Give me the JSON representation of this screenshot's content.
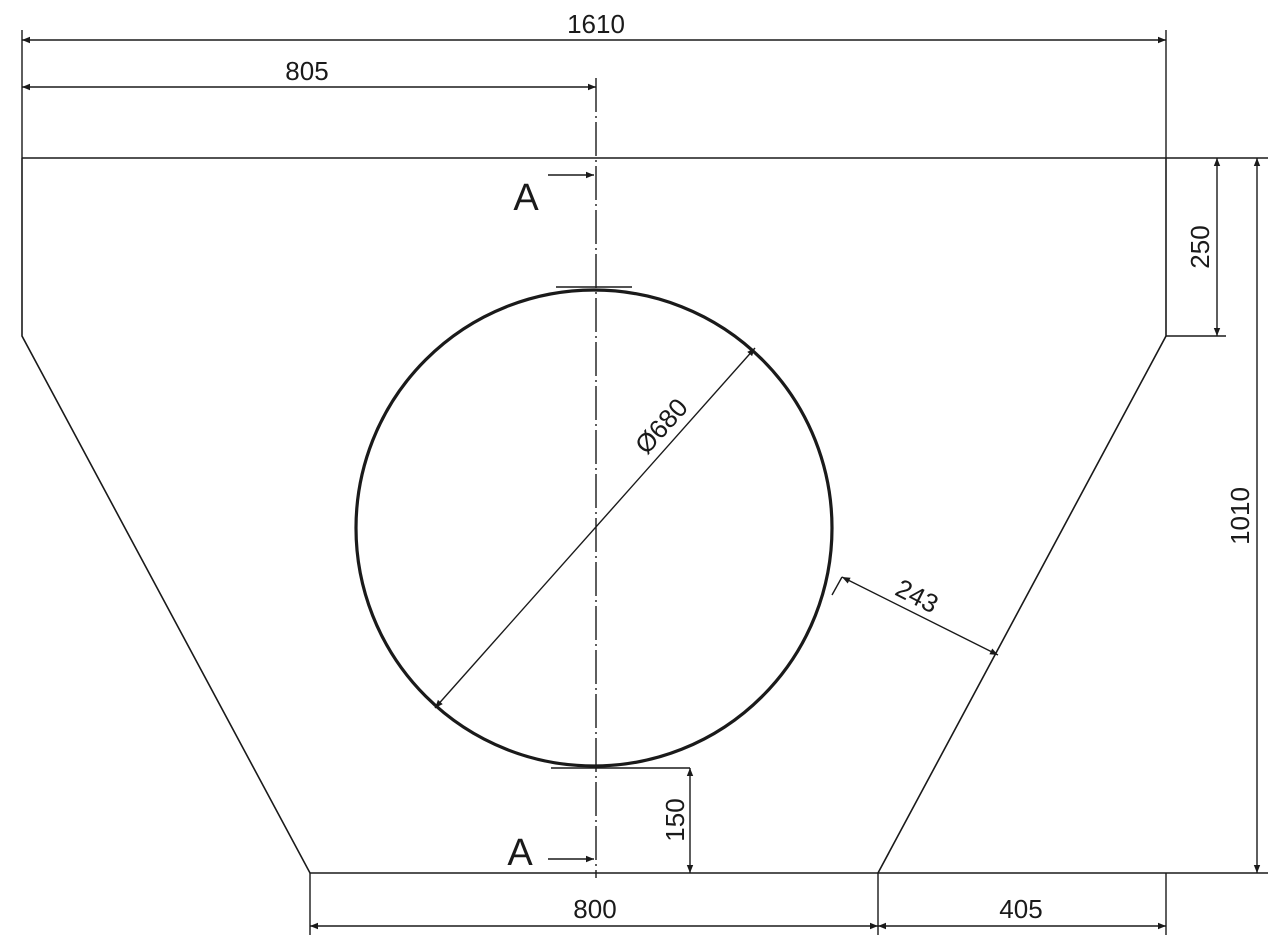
{
  "dimensions": {
    "overall_width": "1610",
    "half_width": "805",
    "top_height": "250",
    "total_height": "1010",
    "hole_diameter": "680",
    "hole_diameter_prefix": "Ø",
    "hole_clearance": "243",
    "hole_bottom_offset": "150",
    "bottom_width": "800",
    "bottom_right_offset": "405"
  },
  "section": {
    "top_label": "A",
    "bottom_label": "A"
  }
}
